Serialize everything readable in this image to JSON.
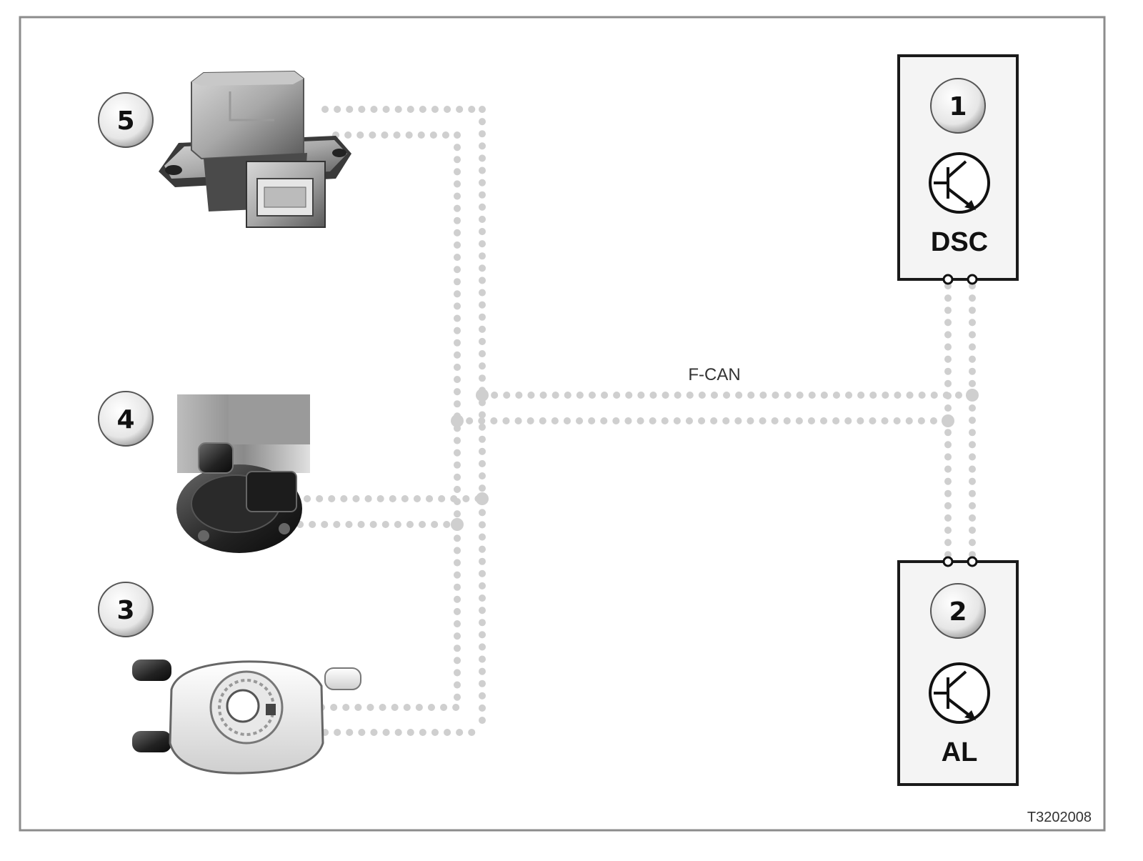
{
  "diagram": {
    "bus_label": "F-CAN",
    "reference_code": "T3202008",
    "modules": [
      {
        "number": "1",
        "label": "DSC"
      },
      {
        "number": "2",
        "label": "AL"
      }
    ],
    "components": [
      {
        "number": "5",
        "icon": "sensor-cluster-icon"
      },
      {
        "number": "4",
        "icon": "steering-angle-sensor-icon"
      },
      {
        "number": "3",
        "icon": "clockspring-switch-icon"
      }
    ],
    "colors": {
      "frame": "#8c8c8c",
      "wire": "#cfcfcf",
      "box": "#1a1a1a",
      "box_fill": "#f4f4f4"
    }
  }
}
